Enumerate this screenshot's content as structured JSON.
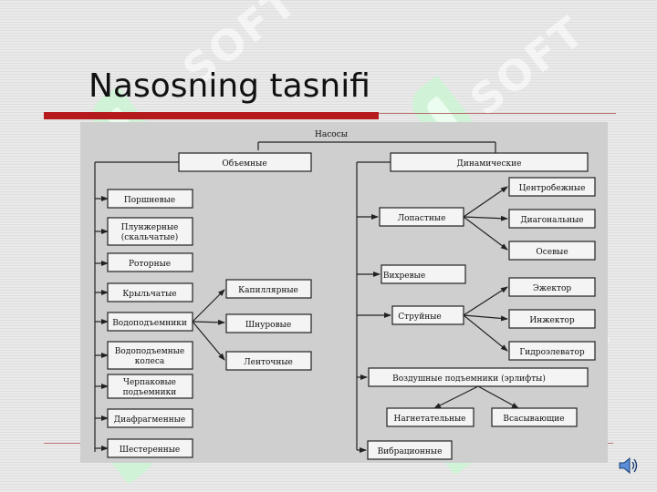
{
  "slide": {
    "title": "Nasosning tasnifi"
  },
  "watermark": {
    "text": "SOFT"
  },
  "diagram": {
    "root": "Насосы",
    "left_group": {
      "label": "Объемные",
      "items": [
        "Поршневые",
        "Плунжерные",
        "(скальчатые)",
        "Роторные",
        "Крыльчатые",
        "Водоподъемники",
        "Водоподъемные",
        "колеса",
        "Черпаковые",
        "подъемники",
        "Диафрагменные",
        "Шестеренные"
      ],
      "water_lifters": [
        "Капиллярные",
        "Шнуровые",
        "Ленточные"
      ]
    },
    "right_group": {
      "label": "Динамические",
      "items": [
        "Лопастные",
        "Вихревые",
        "Струйные",
        "Воздушные подъемники (эрлифты)",
        "Вибрационные"
      ],
      "vane": [
        "Центробежные",
        "Диагональные",
        "Осевые"
      ],
      "jet": [
        "Эжектор",
        "Инжектор",
        "Гидроэлеватор"
      ],
      "airlift": [
        "Нагнетательные",
        "Всасывающие"
      ]
    }
  },
  "icons": {
    "speaker": "speaker-icon"
  }
}
